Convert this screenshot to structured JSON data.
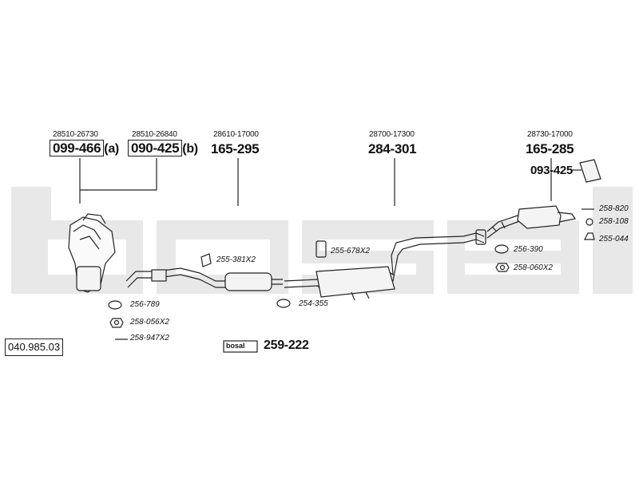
{
  "watermark": {
    "brand": "bosal",
    "color": "#e9e9e9"
  },
  "catalog_number": "040.985.03",
  "oe_numbers": [
    "28510-26730",
    "28510-26840",
    "28610-17000",
    "28700-17300",
    "28730-17000"
  ],
  "parts": {
    "cat1": {
      "number": "099-466",
      "suffix": "(a)"
    },
    "cat2": {
      "number": "090-425",
      "suffix": "(b)"
    },
    "front_pipe": "165-295",
    "middle_silencer": "284-301",
    "rear_silencer": "165-285",
    "rear_heat_shield": "093-425",
    "assembly_kit": {
      "logo": "bosal",
      "number": "259-222"
    }
  },
  "small_parts": [
    "256-789",
    "258-056X2",
    "258-947X2",
    "255-381X2",
    "254-355",
    "255-678X2",
    "256-390",
    "258-060X2",
    "258-820",
    "258-108",
    "255-044"
  ]
}
